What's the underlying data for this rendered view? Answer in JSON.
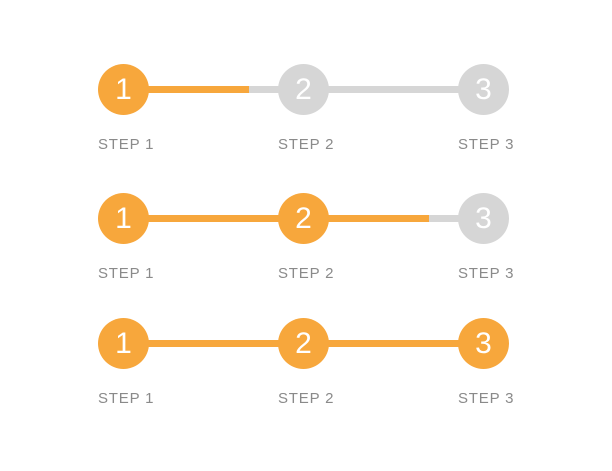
{
  "colors": {
    "active": "#F7A73C",
    "inactive": "#D6D6D6",
    "label": "#8A8A8A",
    "number": "#FFFFFF",
    "background": "#FFFFFF"
  },
  "steppers": [
    {
      "stage": "stage-1",
      "steps": [
        {
          "number": "1",
          "label": "STEP 1",
          "state": "active"
        },
        {
          "number": "2",
          "label": "STEP 2",
          "state": "inactive"
        },
        {
          "number": "3",
          "label": "STEP 3",
          "state": "inactive"
        }
      ],
      "connectors": [
        {
          "fill_percent": 70
        },
        {
          "fill_percent": 0
        }
      ]
    },
    {
      "stage": "stage-2",
      "steps": [
        {
          "number": "1",
          "label": "STEP 1",
          "state": "active"
        },
        {
          "number": "2",
          "label": "STEP 2",
          "state": "active"
        },
        {
          "number": "3",
          "label": "STEP 3",
          "state": "inactive"
        }
      ],
      "connectors": [
        {
          "fill_percent": 100
        },
        {
          "fill_percent": 70
        }
      ]
    },
    {
      "stage": "stage-3",
      "steps": [
        {
          "number": "1",
          "label": "STEP 1",
          "state": "active"
        },
        {
          "number": "2",
          "label": "STEP 2",
          "state": "active"
        },
        {
          "number": "3",
          "label": "STEP 3",
          "state": "active"
        }
      ],
      "connectors": [
        {
          "fill_percent": 100
        },
        {
          "fill_percent": 100
        }
      ]
    }
  ]
}
